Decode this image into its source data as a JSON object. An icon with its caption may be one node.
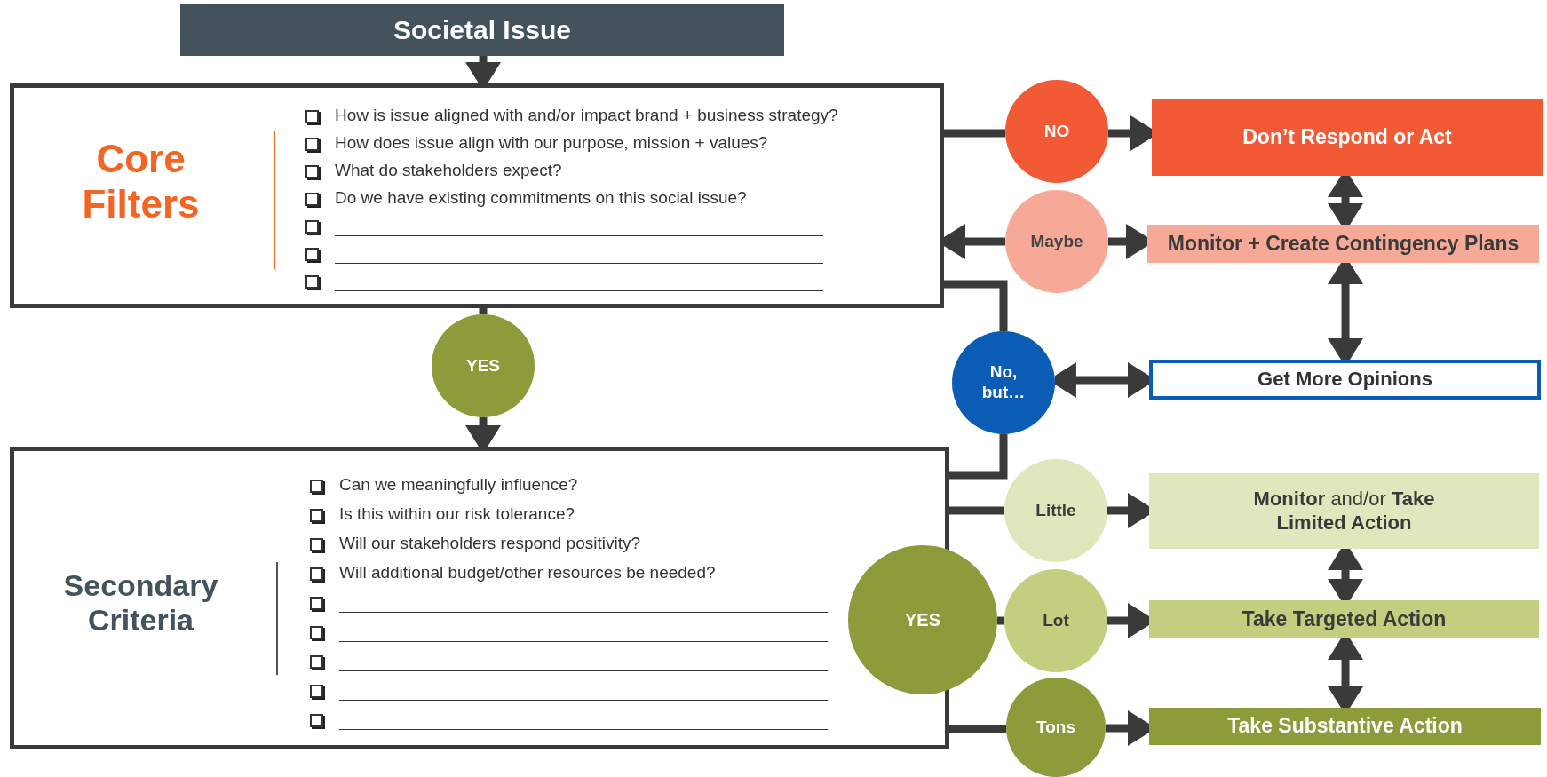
{
  "diagram": {
    "nodes": [
      {
        "text": [
          "Societal Issue"
        ]
      },
      {
        "text": [
          "Core Filters",
          "How is issue aligned with and/or impact brand + business strategy?",
          "How does issue align with our purpose, mission + values?",
          "What do stakeholders expect?",
          "Do we have existing commitments on this social issue?"
        ]
      },
      {
        "text": [
          "NO"
        ]
      },
      {
        "text": [
          "Don’t Respond or Act"
        ]
      },
      {
        "text": [
          "Maybe"
        ]
      },
      {
        "text": [
          "Monitor + Create Contingency Plans"
        ]
      },
      {
        "text": [
          "YES"
        ]
      },
      {
        "text": [
          "No, but…"
        ]
      },
      {
        "text": [
          "Get More Opinions"
        ]
      },
      {
        "text": [
          "Secondary Criteria",
          "Can we meaningfully influence?",
          "Is this within our risk tolerance?",
          "Will our stakeholders respond positivity?",
          "Will additional budget/other resources be needed?"
        ]
      },
      {
        "text": [
          "Little"
        ]
      },
      {
        "text": [
          "**Monitor** and/or **Take Limited Action**"
        ]
      },
      {
        "text": [
          "YES"
        ]
      },
      {
        "text": [
          "Lot"
        ]
      },
      {
        "text": [
          "Take Targeted Action"
        ]
      },
      {
        "text": [
          "Tons"
        ]
      },
      {
        "text": [
          "Take Substantive Action"
        ]
      }
    ],
    "edges": [
      {
        "from": 0,
        "to": 1,
        "arrow": "to"
      },
      {
        "from": 1,
        "to": 2,
        "arrow": "none"
      },
      {
        "from": 2,
        "to": 3,
        "arrow": "to"
      },
      {
        "from": 4,
        "to": 1,
        "arrow": "to"
      },
      {
        "from": 4,
        "to": 5,
        "arrow": "to"
      },
      {
        "from": 1,
        "to": 6,
        "arrow": "none"
      },
      {
        "from": 6,
        "to": 9,
        "arrow": "to"
      },
      {
        "from": 1,
        "to": 7,
        "arrow": "none"
      },
      {
        "from": 9,
        "to": 7,
        "arrow": "none"
      },
      {
        "from": 7,
        "to": 8,
        "arrow": "both"
      },
      {
        "from": 3,
        "to": 5,
        "arrow": "both"
      },
      {
        "from": 5,
        "to": 8,
        "arrow": "both"
      },
      {
        "from": 9,
        "to": 10,
        "arrow": "none"
      },
      {
        "from": 10,
        "to": 11,
        "arrow": "to"
      },
      {
        "from": 12,
        "to": 13,
        "arrow": "none"
      },
      {
        "from": 13,
        "to": 14,
        "arrow": "to"
      },
      {
        "from": 9,
        "to": 15,
        "arrow": "none"
      },
      {
        "from": 15,
        "to": 16,
        "arrow": "to"
      },
      {
        "from": 11,
        "to": 14,
        "arrow": "both"
      },
      {
        "from": 14,
        "to": 16,
        "arrow": "both"
      }
    ]
  }
}
